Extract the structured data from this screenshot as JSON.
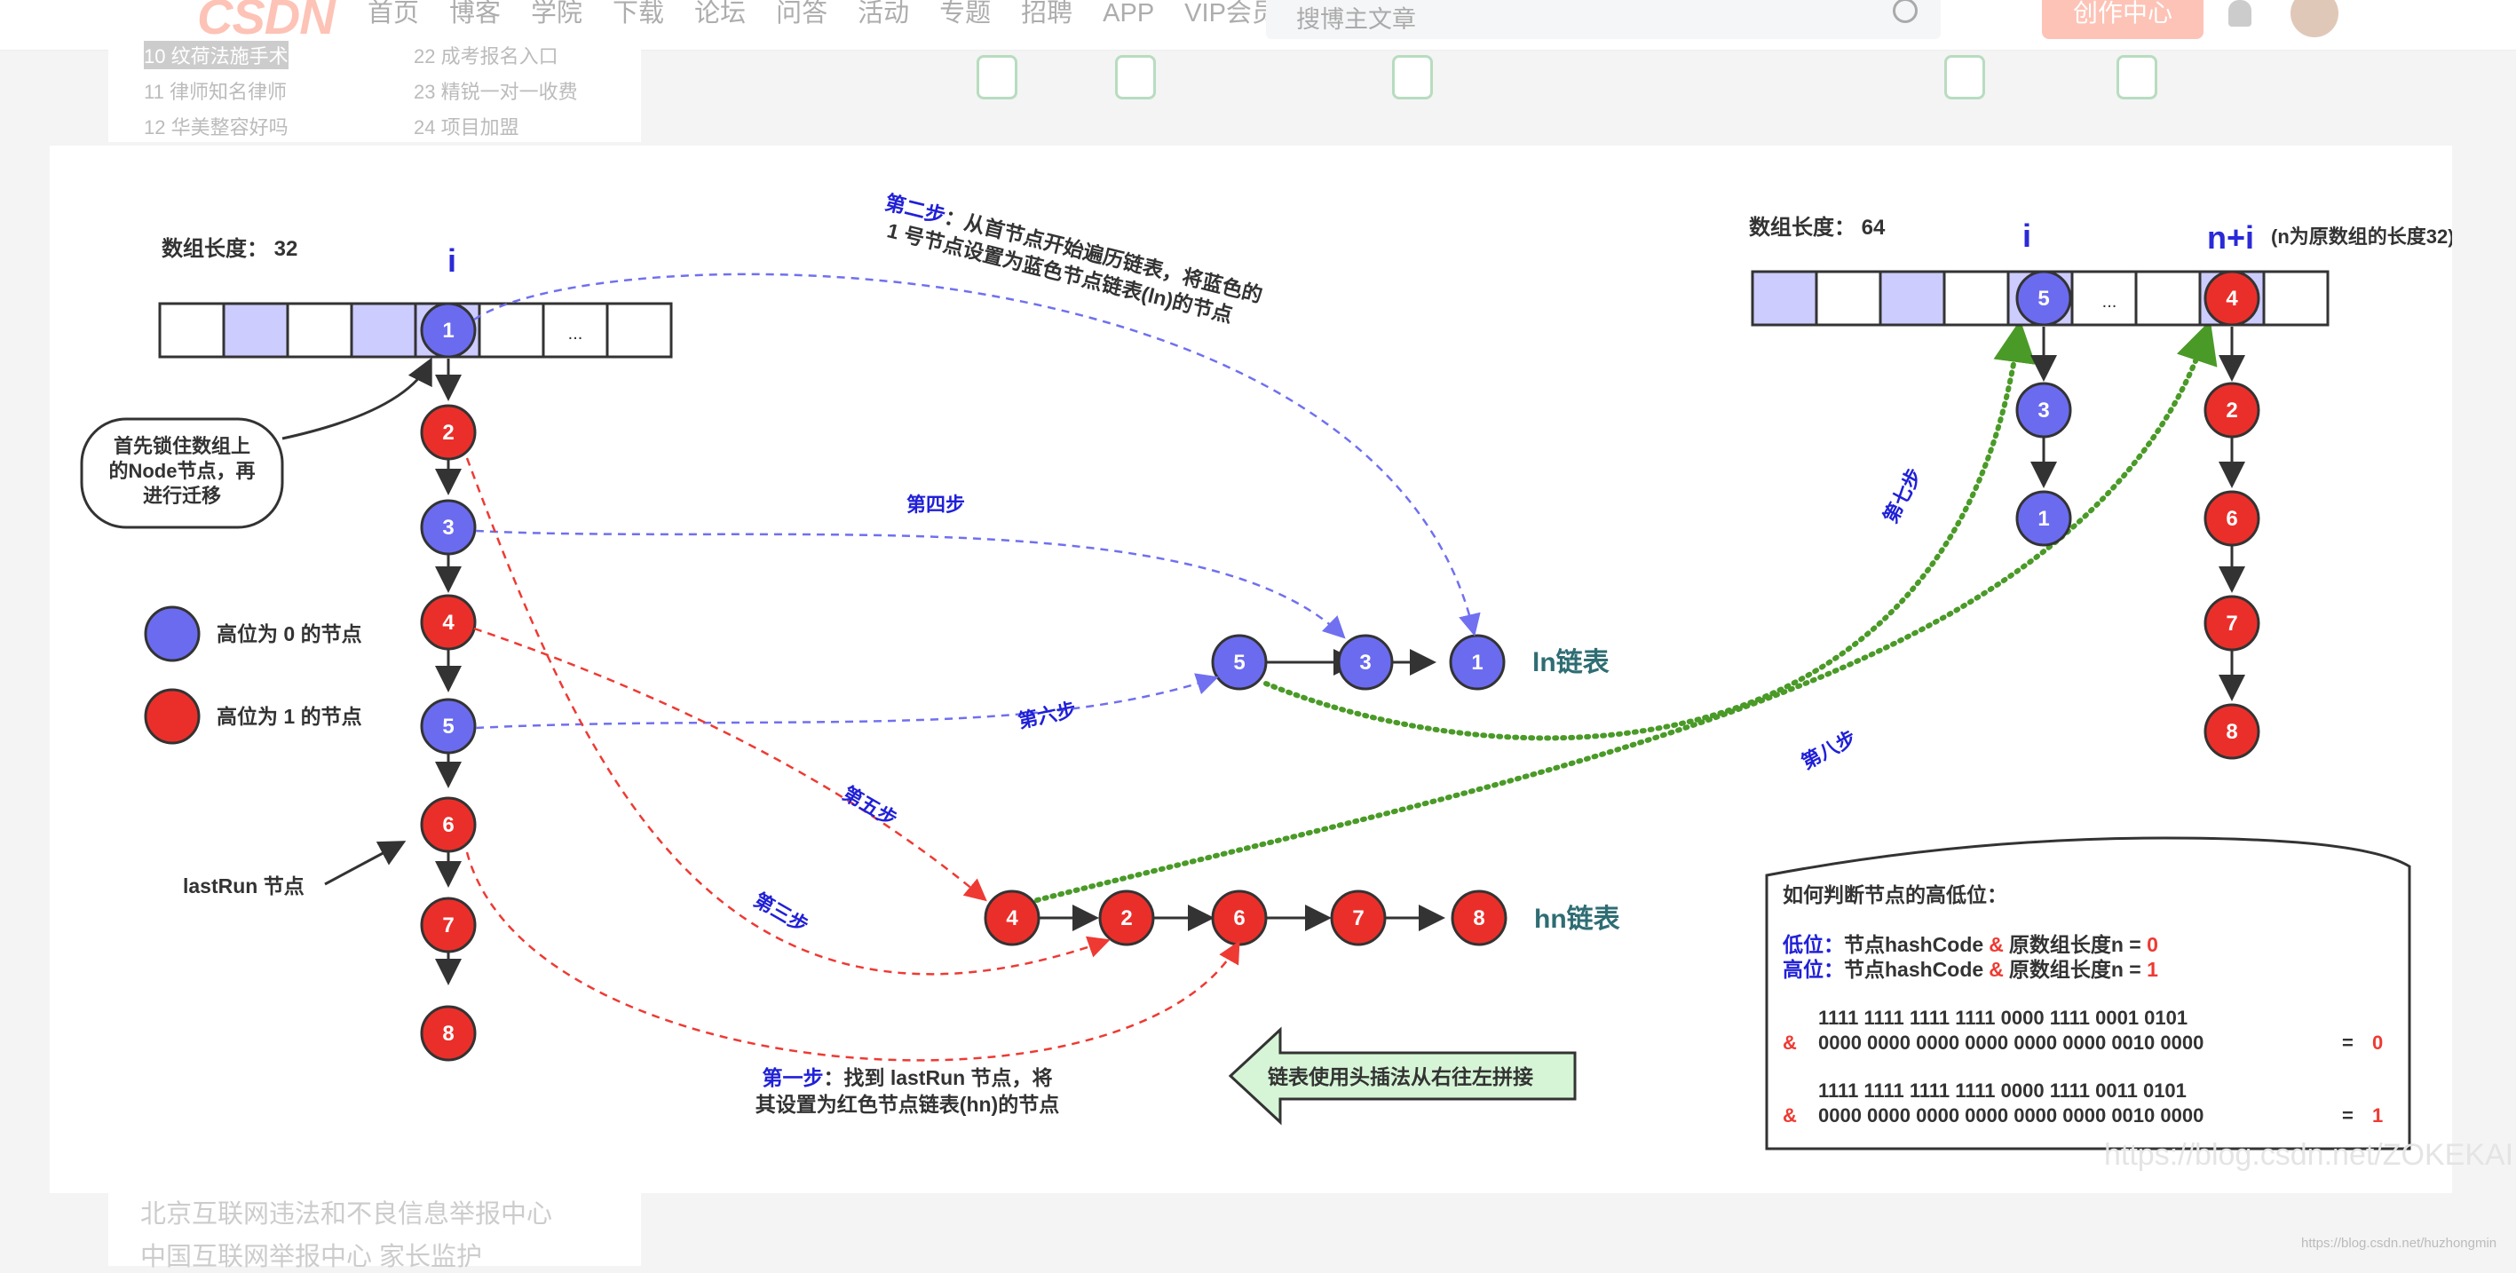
{
  "site": {
    "logo": "CSDN",
    "nav": [
      "首页",
      "博客",
      "学院",
      "下载",
      "论坛",
      "问答",
      "活动",
      "专题",
      "招聘",
      "APP",
      "VIP会员"
    ],
    "search_placeholder": "搜博主文章",
    "create_label": "创作中心",
    "hot_left": [
      "10 纹荷法施手术",
      "11 律师知名律师",
      "12 华美整容好吗"
    ],
    "hot_right": [
      "22 成考报名入口",
      "23 精锐一对一收费",
      "24 项目加盟"
    ],
    "footer": [
      "北京互联网违法和不良信息举报中心",
      "中国互联网举报中心  家长监护"
    ],
    "watermark": "https://blog.csdn.net/ZOKEKAI",
    "watermark_small": "https://blog.csdn.net/huzhongmin"
  },
  "diagram": {
    "left_array_label": "数组长度： 32",
    "index_i": "i",
    "ellipsis": "...",
    "lock_note": [
      "首先锁住数组上",
      "的Node节点，再",
      "进行迁移"
    ],
    "legend_blue": "高位为 0 的节点",
    "legend_red": "高位为 1 的节点",
    "lastrun_label": "lastRun 节点",
    "chain_nodes": [
      "1",
      "2",
      "3",
      "4",
      "5",
      "6",
      "7",
      "8"
    ],
    "step1": [
      "第一步：找到 lastRun 节点，将",
      "其设置为红色节点链表(hn)的节点"
    ],
    "step1_prefix": "第一步",
    "step2": [
      "第二步：从首节点开始遍历链表，将蓝色的",
      "1 号节点设置为蓝色节点链表(ln)的节点"
    ],
    "step2_prefix": "第二步",
    "step3": "第三步",
    "step4": "第四步",
    "step5": "第五步",
    "step6": "第六步",
    "step7": "第七步",
    "step8": "第八步",
    "ln_nodes": [
      "5",
      "3",
      "1"
    ],
    "ln_label": "ln链表",
    "hn_nodes": [
      "4",
      "2",
      "6",
      "7",
      "8"
    ],
    "hn_label": "hn链表",
    "head_insert_note": "链表使用头插法从右往左拼接",
    "right_array_label": "数组长度： 64",
    "right_index_i": "i",
    "right_index_ni": "n+i",
    "right_index_note": "(n为原数组的长度32)",
    "right_i_chain": [
      "5",
      "3",
      "1"
    ],
    "right_ni_chain": [
      "4",
      "2",
      "6",
      "7",
      "8"
    ],
    "box_title": "如何判断节点的高低位：",
    "low_rule_prefix": "低位：",
    "low_rule": "节点hashCode",
    "low_rule_mid": "原数组长度n = ",
    "low_val": "0",
    "high_rule_prefix": "高位：",
    "high_rule": "节点hashCode",
    "high_rule_mid": "原数组长度n = ",
    "high_val": "1",
    "amp": "&",
    "ex1_a": "1111 1111 1111 1111 0000 1111 0001 0101",
    "ex1_b": "0000 0000 0000 0000 0000 0000 0010 0000",
    "ex1_res": "0",
    "ex2_a": "1111 1111 1111 1111 0000 1111 0011 0101",
    "ex2_b": "0000 0000 0000 0000 0000 0000 0010 0000",
    "ex2_res": "1",
    "eq": "="
  },
  "colors": {
    "blue_node": "#6b6bf0",
    "red_node": "#ea2f2a",
    "array_fill": "#ccccff",
    "green_dots": "#4a9a28",
    "teal_label": "#2e6d73",
    "step_blue": "#2020d8"
  }
}
